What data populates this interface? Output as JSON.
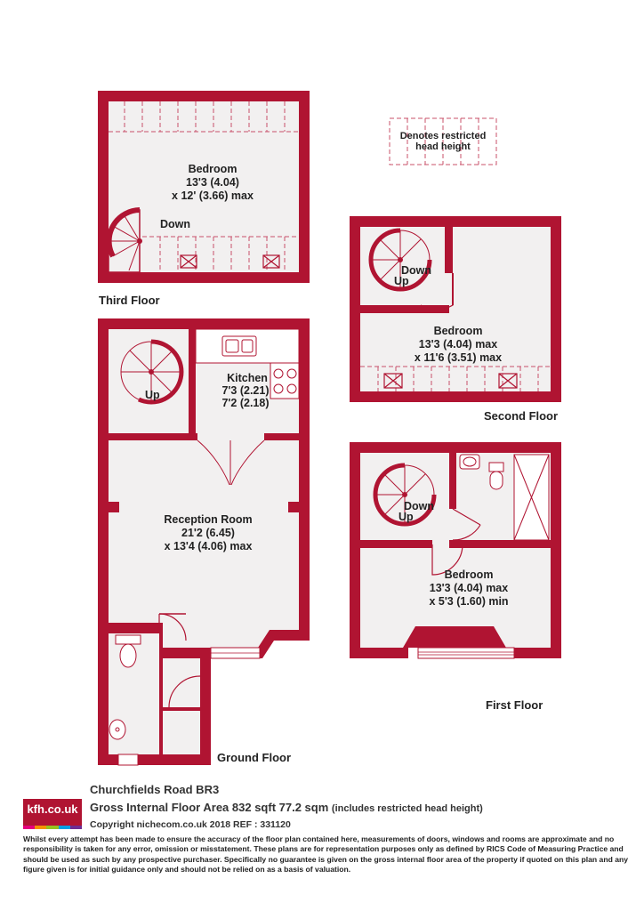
{
  "legend": {
    "line1": "Denotes restricted",
    "line2": "head height"
  },
  "floors": {
    "third": {
      "label": "Third Floor",
      "room_name": "Bedroom",
      "room_dim1": "13'3 (4.04)",
      "room_dim2": "x 12' (3.66) max",
      "stair": "Down"
    },
    "second": {
      "label": "Second Floor",
      "room_name": "Bedroom",
      "room_dim1": "13'3 (4.04) max",
      "room_dim2": "x 11'6 (3.51) max",
      "stair_down": "Down",
      "stair_up": "Up"
    },
    "first": {
      "label": "First Floor",
      "room_name": "Bedroom",
      "room_dim1": "13'3 (4.04) max",
      "room_dim2": "x 5'3 (1.60) min",
      "stair_down": "Down",
      "stair_up": "Up"
    },
    "ground": {
      "label": "Ground Floor",
      "kitchen_name": "Kitchen",
      "kitchen_dim1": "7'3 (2.21)",
      "kitchen_dim2": "7'2 (2.18)",
      "reception_name": "Reception Room",
      "reception_dim1": "21'2 (6.45)",
      "reception_dim2": "x 13'4 (4.06) max",
      "stair_up": "Up"
    }
  },
  "footer": {
    "logo": "kfh.co.uk",
    "address": "Churchfields Road  BR3",
    "gia": "Gross Internal Floor Area 832 sqft 77.2 sqm",
    "gia_note": "(includes restricted head height)",
    "copyright": "Copyright nichecom.co.uk 2018 REF : 331120",
    "disclaimer": "Whilst every attempt has been made to ensure the accuracy of the floor plan contained here, measurements of doors, windows and rooms are approximate and no responsibility is taken for any error, omission or misstatement.  These plans are for representation purposes only as defined by RICS Code of Measuring Practice and should be used as such by any prospective purchaser.  Specifically no guarantee is given on the gross internal floor area of the property if quoted on this plan and any figure given is for initial guidance only and should not be relied on as a basis of valuation."
  },
  "colors": {
    "wall": "#b01432",
    "floor": "#f2f0f0",
    "logo_bar": [
      "#e5007e",
      "#f39200",
      "#95c11f",
      "#009fe3",
      "#6f2c91"
    ]
  }
}
